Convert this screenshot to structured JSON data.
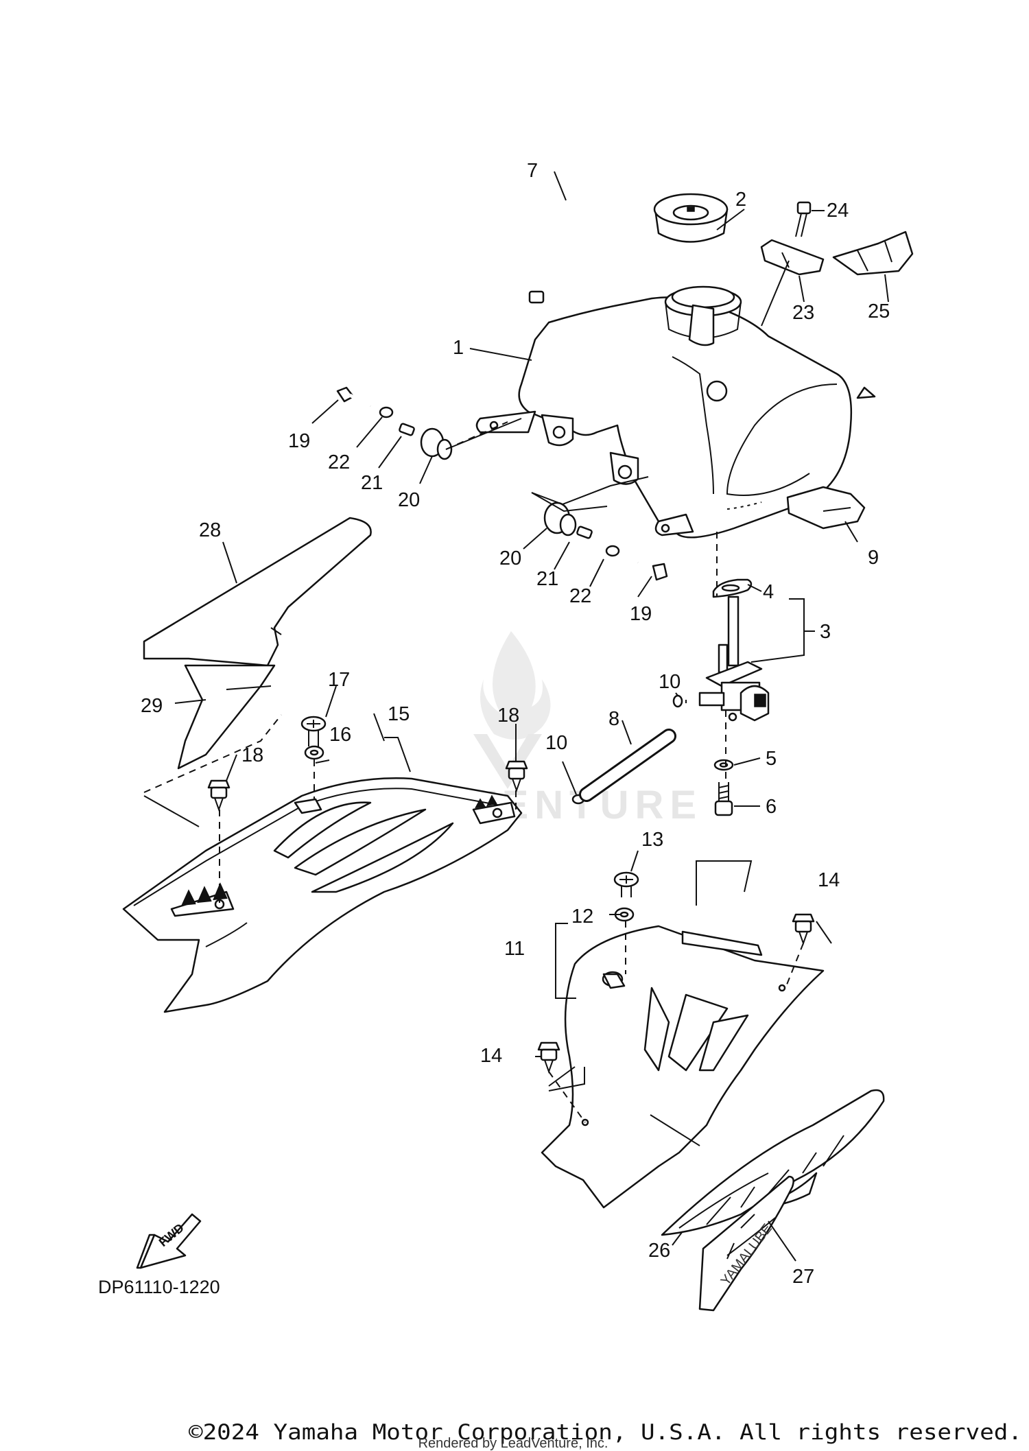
{
  "diagram": {
    "reference_code": "DP61110-1220",
    "fwd_label": "FWD",
    "decal_text_1": "YAMALUBE",
    "copyright": "©2024 Yamaha Motor Corporation, U.S.A. All rights reserved.",
    "rendered_by": "Rendered by LeadVenture, Inc.",
    "watermark": "LEADVENTURE",
    "callouts": {
      "c1": "1",
      "c2": "2",
      "c3": "3",
      "c4": "4",
      "c5": "5",
      "c6": "6",
      "c7": "7",
      "c8": "8",
      "c9": "9",
      "c10a": "10",
      "c10b": "10",
      "c11": "11",
      "c12": "12",
      "c13": "13",
      "c14a": "14",
      "c14b": "14",
      "c15": "15",
      "c16": "16",
      "c17": "17",
      "c18a": "18",
      "c18b": "18",
      "c19a": "19",
      "c19b": "19",
      "c20a": "20",
      "c20b": "20",
      "c21a": "21",
      "c21b": "21",
      "c22a": "22",
      "c22b": "22",
      "c23": "23",
      "c24": "24",
      "c25": "25",
      "c26": "26",
      "c27": "27",
      "c28": "28",
      "c29": "29"
    }
  }
}
